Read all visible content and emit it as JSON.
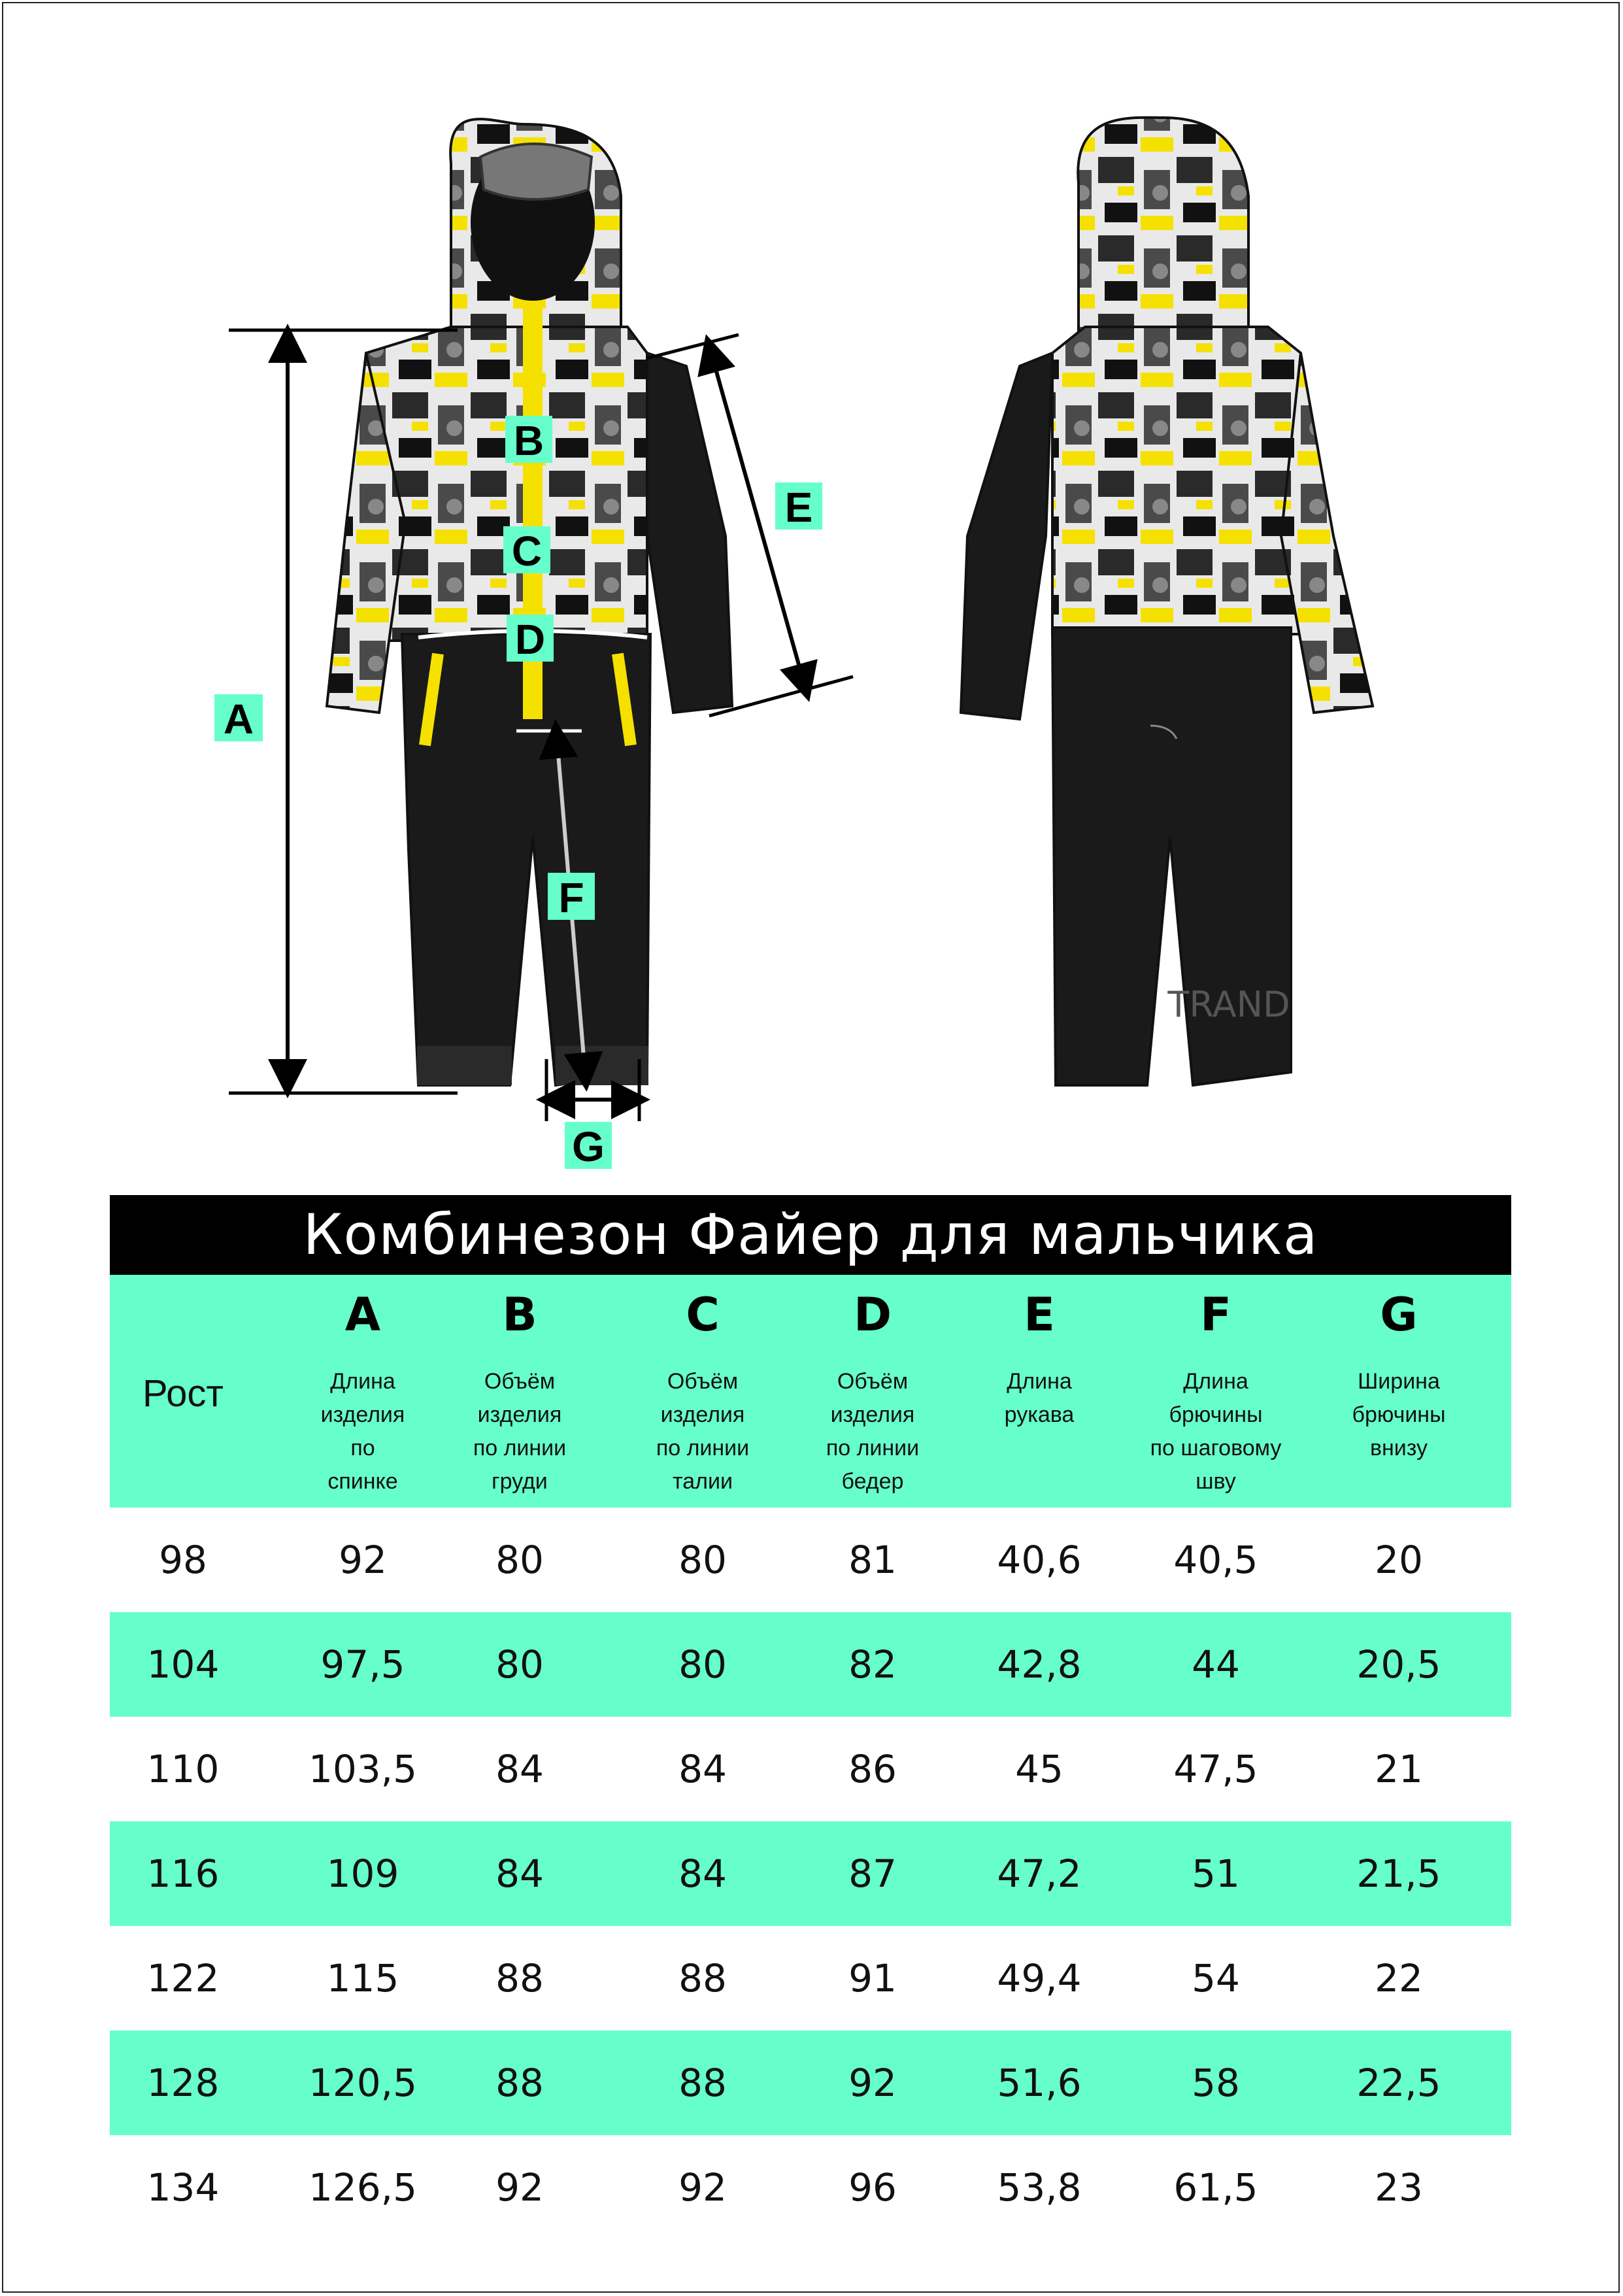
{
  "title": "Комбинезон Файер для мальчика",
  "brand_mark": "TRAND",
  "diagram_labels": [
    "A",
    "B",
    "C",
    "D",
    "E",
    "F",
    "G"
  ],
  "table": {
    "row_header": "Рост",
    "columns": [
      {
        "letter": "A",
        "desc": [
          "Длина",
          "изделия",
          "по",
          "спинке"
        ]
      },
      {
        "letter": "B",
        "desc": [
          "Объём",
          "изделия",
          "по линии",
          "груди"
        ]
      },
      {
        "letter": "C",
        "desc": [
          "Объём",
          "изделия",
          "по линии",
          "талии"
        ]
      },
      {
        "letter": "D",
        "desc": [
          "Объём",
          "изделия",
          "по линии",
          "бедер"
        ]
      },
      {
        "letter": "E",
        "desc": [
          "Длина",
          "рукава"
        ]
      },
      {
        "letter": "F",
        "desc": [
          "Длина",
          "брючины",
          "по шаговому",
          "шву"
        ]
      },
      {
        "letter": "G",
        "desc": [
          "Ширина",
          "брючины",
          "внизу"
        ]
      }
    ],
    "rows": [
      [
        "98",
        "92",
        "80",
        "80",
        "81",
        "40,6",
        "40,5",
        "20"
      ],
      [
        "104",
        "97,5",
        "80",
        "80",
        "82",
        "42,8",
        "44",
        "20,5"
      ],
      [
        "110",
        "103,5",
        "84",
        "84",
        "86",
        "45",
        "47,5",
        "21"
      ],
      [
        "116",
        "109",
        "84",
        "84",
        "87",
        "47,2",
        "51",
        "21,5"
      ],
      [
        "122",
        "115",
        "88",
        "88",
        "91",
        "49,4",
        "54",
        "22"
      ],
      [
        "128",
        "120,5",
        "88",
        "88",
        "92",
        "51,6",
        "58",
        "22,5"
      ],
      [
        "134",
        "126,5",
        "92",
        "92",
        "96",
        "53,8",
        "61,5",
        "23"
      ]
    ]
  },
  "colors": {
    "accent": "#66ffcc",
    "garment_yellow": "#f5e100",
    "garment_black": "#1a1a1a"
  }
}
